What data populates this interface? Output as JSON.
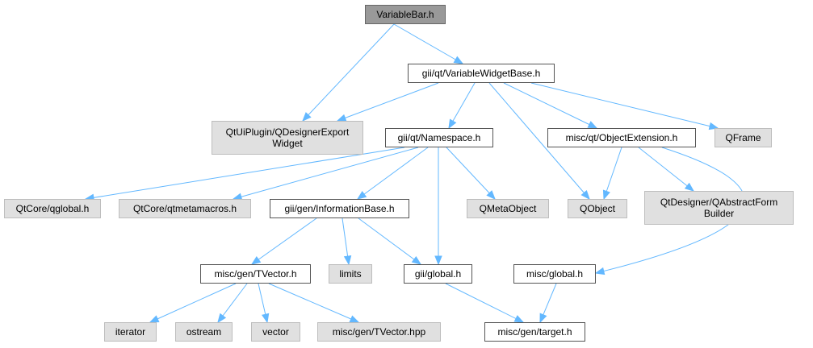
{
  "colors": {
    "edge": "#63b8ff",
    "selected": "#999999",
    "internal": "#ffffff",
    "external": "#e0e0e0"
  },
  "nodes": {
    "variablebar": "VariableBar.h",
    "variablewidgetbase": "gii/qt/VariableWidgetBase.h",
    "qdesignerexport": [
      "QtUiPlugin/QDesignerExport",
      "Widget"
    ],
    "namespace": "gii/qt/Namespace.h",
    "objectextension": "misc/qt/ObjectExtension.h",
    "qframe": "QFrame",
    "qglobal": "QtCore/qglobal.h",
    "qtmetamacros": "QtCore/qtmetamacros.h",
    "informationbase": "gii/gen/InformationBase.h",
    "qmetaobject": "QMetaObject",
    "qobject": "QObject",
    "qabstractform": [
      "QtDesigner/QAbstractForm",
      "Builder"
    ],
    "tvector": "misc/gen/TVector.h",
    "limits": "limits",
    "gii_global": "gii/global.h",
    "misc_global": "misc/global.h",
    "iterator": "iterator",
    "ostream": "ostream",
    "vector": "vector",
    "tvector_hpp": "misc/gen/TVector.hpp",
    "target": "misc/gen/target.h"
  },
  "edges": [
    [
      "variablebar",
      "variablewidgetbase"
    ],
    [
      "variablebar",
      "qdesignerexport"
    ],
    [
      "variablewidgetbase",
      "qdesignerexport"
    ],
    [
      "variablewidgetbase",
      "namespace"
    ],
    [
      "variablewidgetbase",
      "objectextension"
    ],
    [
      "variablewidgetbase",
      "qframe"
    ],
    [
      "variablewidgetbase",
      "qobject"
    ],
    [
      "namespace",
      "qglobal"
    ],
    [
      "namespace",
      "qtmetamacros"
    ],
    [
      "namespace",
      "informationbase"
    ],
    [
      "namespace",
      "qmetaobject"
    ],
    [
      "namespace",
      "gii_global"
    ],
    [
      "objectextension",
      "qobject"
    ],
    [
      "objectextension",
      "qabstractform"
    ],
    [
      "objectextension",
      "misc_global"
    ],
    [
      "informationbase",
      "tvector"
    ],
    [
      "informationbase",
      "limits"
    ],
    [
      "informationbase",
      "gii_global"
    ],
    [
      "tvector",
      "iterator"
    ],
    [
      "tvector",
      "ostream"
    ],
    [
      "tvector",
      "vector"
    ],
    [
      "tvector",
      "tvector_hpp"
    ],
    [
      "gii_global",
      "target"
    ],
    [
      "misc_global",
      "target"
    ]
  ]
}
